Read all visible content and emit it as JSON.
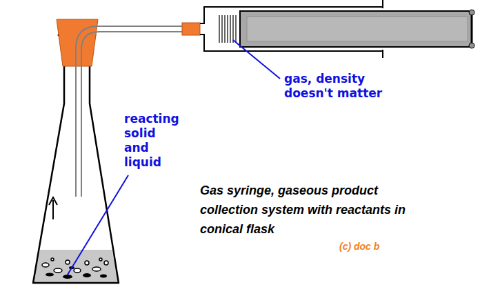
{
  "diagram": {
    "caption": "Gas syringe, gaseous product collection system with reactants in conical flask",
    "labels": [
      "gas, density doesn't matter",
      "reacting solid and liquid",
      "(c) doc b"
    ]
  }
}
